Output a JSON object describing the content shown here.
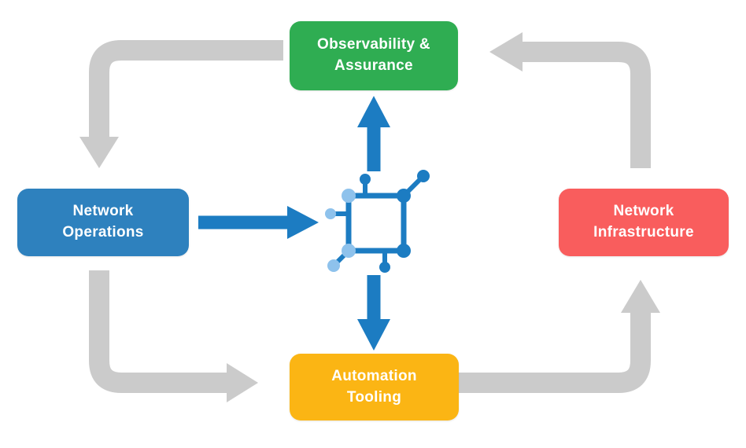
{
  "diagram": {
    "type": "cycle-flow",
    "nodes": {
      "observability": {
        "label": "Observability &\nAssurance",
        "color": "#2FAD52"
      },
      "operations": {
        "label": "Network\nOperations",
        "color": "#2E81BE"
      },
      "infrastructure": {
        "label": "Network\nInfrastructure",
        "color": "#F95D5D"
      },
      "automation": {
        "label": "Automation\nTooling",
        "color": "#FBB514"
      }
    },
    "center_icon": {
      "name": "network-automation-node-icon",
      "primary_color": "#1C7CC2",
      "secondary_color": "#8EC2EC"
    },
    "edges": [
      {
        "from": "observability",
        "to": "operations",
        "style": "gray-curve"
      },
      {
        "from": "operations",
        "to": "automation",
        "style": "gray-curve"
      },
      {
        "from": "automation",
        "to": "infrastructure",
        "style": "gray-curve"
      },
      {
        "from": "infrastructure",
        "to": "observability",
        "style": "gray-curve"
      },
      {
        "from": "operations",
        "to": "center-icon",
        "style": "blue-straight"
      },
      {
        "from": "center-icon",
        "to": "observability",
        "style": "blue-straight"
      },
      {
        "from": "center-icon",
        "to": "automation",
        "style": "blue-straight"
      }
    ],
    "colors": {
      "arrow_gray": "#CBCBCB",
      "arrow_blue": "#1C7CC2",
      "icon_light_blue": "#8EC2EC",
      "label_text": "#FFFFFF",
      "background": "#FFFFFF"
    }
  }
}
